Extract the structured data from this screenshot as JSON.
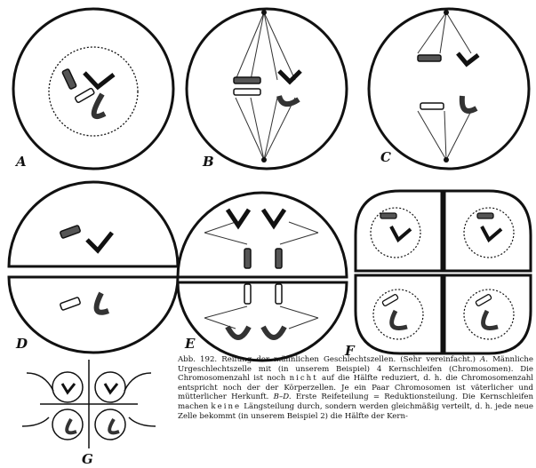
{
  "figure": {
    "panel_labels": [
      "A",
      "B",
      "C",
      "D",
      "E",
      "F",
      "G"
    ]
  },
  "caption": {
    "heading": "Abb. 192. Reifung der männlichen Geschlechtszellen. (Sehr vereinfacht.)",
    "part1_lead": "A.",
    "part1": " Männliche Urgeschlechtszelle mit (in unserem Beispiel) 4 Kernschleifen (Chromosomen). Die Chromosomenzahl ist noch ",
    "part1_spaced": "nicht",
    "part2": " auf die Hälfte reduziert, d. h. die Chromosomenzahl entspricht noch der der Körperzellen. Je ein Paar Chromosomen ist väterlicher und mütterlicher Herkunft. ",
    "part2_lead": "B–D.",
    "part3": " Erste Reifeteilung = Reduktionsteilung. Die Kernschleifen machen ",
    "part3_spaced": "keine",
    "part4": " Längsteilung durch, sondern werden gleichmäßig verteilt, d. h. jede neue Zelle bekommt (in unserem Beispiel 2) die Hälfte der Kern-"
  }
}
